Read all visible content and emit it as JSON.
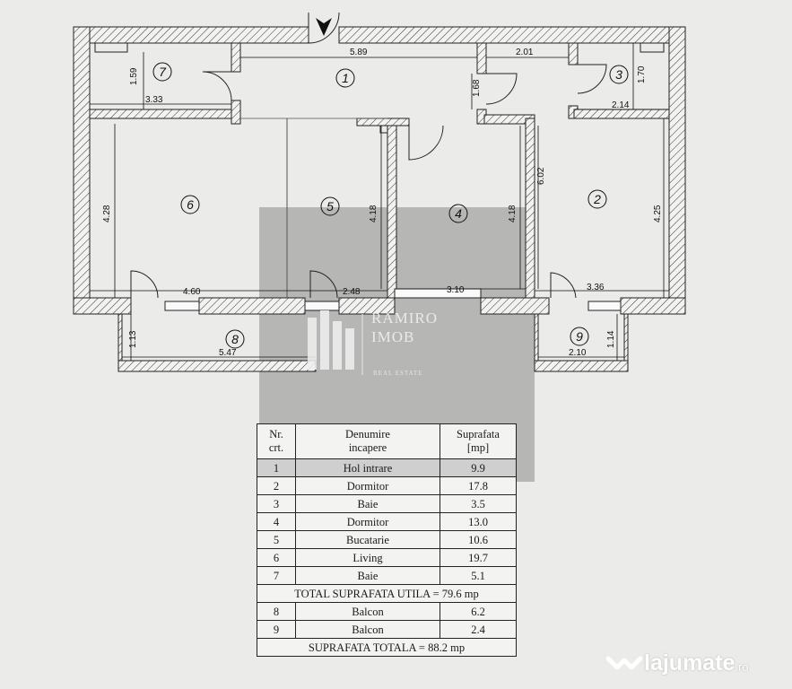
{
  "floor_plan": {
    "rooms": [
      {
        "id": "1",
        "label": "1"
      },
      {
        "id": "2",
        "label": "2"
      },
      {
        "id": "3",
        "label": "3"
      },
      {
        "id": "4",
        "label": "4"
      },
      {
        "id": "5",
        "label": "5"
      },
      {
        "id": "6",
        "label": "6"
      },
      {
        "id": "7",
        "label": "7"
      },
      {
        "id": "8",
        "label": "8"
      },
      {
        "id": "9",
        "label": "9"
      }
    ],
    "dimensions": {
      "hall_width": "5.89",
      "bath3_top": "2.01",
      "bath3_height": "1.70",
      "bath3_width": "2.14",
      "bath7_height": "1.59",
      "bath7_width": "3.33",
      "hall_passage": "1.68",
      "living_height": "4.28",
      "kitchen_height": "4.18",
      "bed4_height": "4.18",
      "east_height": "6.02",
      "bed2_height": "4.25",
      "living_width": "4.60",
      "kitchen_width": "2.48",
      "bed4_width": "3.10",
      "bed2_width": "3.36",
      "balc8_height": "1.13",
      "balc8_width": "5.47",
      "balc9_height": "1.14",
      "balc9_width": "2.10"
    }
  },
  "watermark": {
    "name_line1": "RAMIRO",
    "name_line2": "IMOB",
    "tagline": "REAL ESTATE"
  },
  "table": {
    "headers": {
      "nr_line1": "Nr.",
      "nr_line2": "crt.",
      "name_line1": "Denumire",
      "name_line2": "incapere",
      "area_line1": "Suprafata",
      "area_line2": "[mp]"
    },
    "rows_a": [
      {
        "nr": "1",
        "name": "Hol intrare",
        "area": "9.9"
      },
      {
        "nr": "2",
        "name": "Dormitor",
        "area": "17.8"
      },
      {
        "nr": "3",
        "name": "Baie",
        "area": "3.5"
      },
      {
        "nr": "4",
        "name": "Dormitor",
        "area": "13.0"
      },
      {
        "nr": "5",
        "name": "Bucatarie",
        "area": "10.6"
      },
      {
        "nr": "6",
        "name": "Living",
        "area": "19.7"
      },
      {
        "nr": "7",
        "name": "Baie",
        "area": "5.1"
      }
    ],
    "total_util": "TOTAL SUPRAFATA UTILA = 79.6 mp",
    "rows_b": [
      {
        "nr": "8",
        "name": "Balcon",
        "area": "6.2"
      },
      {
        "nr": "9",
        "name": "Balcon",
        "area": "2.4"
      }
    ],
    "total": "SUPRAFATA TOTALA = 88.2 mp"
  },
  "brand": {
    "word": "lajumate",
    "tld": ".ro",
    "color": "#ffffff"
  }
}
